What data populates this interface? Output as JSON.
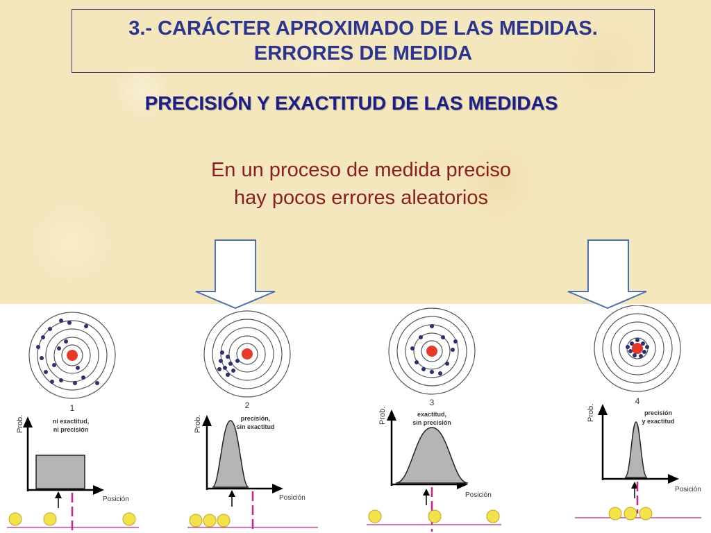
{
  "header": {
    "title_line1": "3.- CARÁCTER APROXIMADO DE LAS MEDIDAS.",
    "title_line2": "ERRORES DE MEDIDA"
  },
  "subtitle": "PRECISIÓN Y EXACTITUD DE LAS MEDIDAS",
  "statement": {
    "line1": "En un proceso de medida preciso",
    "line2": "hay pocos errores aleatorios"
  },
  "axis_labels": {
    "y": "Prob.",
    "x": "Posición"
  },
  "panels": [
    {
      "number": "1",
      "label_line1": "ni exactitud,",
      "label_line2": "ni precisión",
      "highlighted": false
    },
    {
      "number": "2",
      "label_line1": "precisión,",
      "label_line2": "sin exactitud",
      "highlighted": true
    },
    {
      "number": "3",
      "label_line1": "exactitud,",
      "label_line2": "sin precisión",
      "highlighted": false
    },
    {
      "number": "4",
      "label_line1": "precisión",
      "label_line2": "y exactitud",
      "highlighted": true
    }
  ],
  "colors": {
    "title": "#2b3590",
    "subtitle": "#1c1f8a",
    "statement": "#8b1d1d",
    "target_center": "#e63a26",
    "dots": "#2a2f7a",
    "marker_line": "#d0208a",
    "balls": "#f2e34a",
    "curve_fill": "#b5b5b5",
    "arrow_outline": "#4a70b8"
  }
}
